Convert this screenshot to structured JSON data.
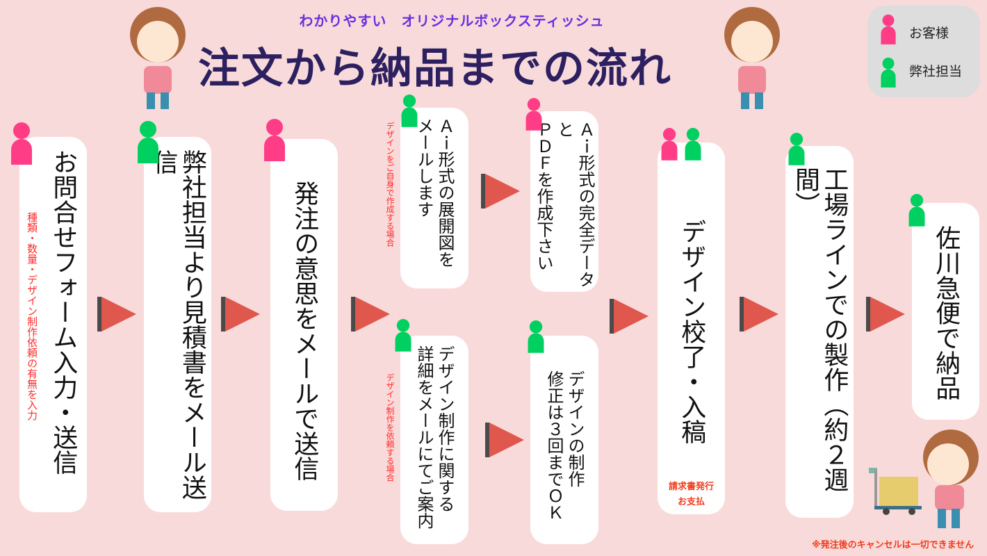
{
  "header": {
    "subtitle": "わかりやすい　オリジナルボックスティッシュ",
    "title": "注文から納品までの流れ"
  },
  "legend": {
    "customer": "お客様",
    "staff": "弊社担当"
  },
  "colors": {
    "customer": "#ff3d86",
    "staff": "#00d060",
    "arrow": "#e0574e",
    "title": "#2d2060",
    "note": "#ff2a2a"
  },
  "steps": [
    {
      "text": "お問合せフォーム入力・送信",
      "note": "種類・数量・デザイン制作依頼の有無を入力",
      "actor": "customer"
    },
    {
      "text": "弊社担当より見積書をメール送信",
      "actor": "staff"
    },
    {
      "text": "発注の意思をメールで送信",
      "actor": "customer"
    },
    {
      "text": "Ａｉ形式の展開図を\nメールします",
      "note": "デザインをご自身で作成する場合",
      "actor": "staff"
    },
    {
      "text": "デザイン制作に関する\n詳細をメールにてご案内",
      "note": "デザイン制作を依頼する場合",
      "actor": "staff"
    },
    {
      "text": "Ａｉ形式の完全データと\nＰＤＦを作成下さい",
      "actor": "customer"
    },
    {
      "text": "デザインの制作\n修正は３回までＯＫ",
      "actor": "staff"
    },
    {
      "text": "デザイン校了・入稿",
      "note": "請求書発行\nお支払",
      "actor": "both"
    },
    {
      "text": "工場ラインでの製作（約２週間）",
      "actor": "staff"
    },
    {
      "text": "佐川急便で納品",
      "actor": "staff"
    }
  ],
  "footer": "※発注後のキャンセルは一切できません"
}
